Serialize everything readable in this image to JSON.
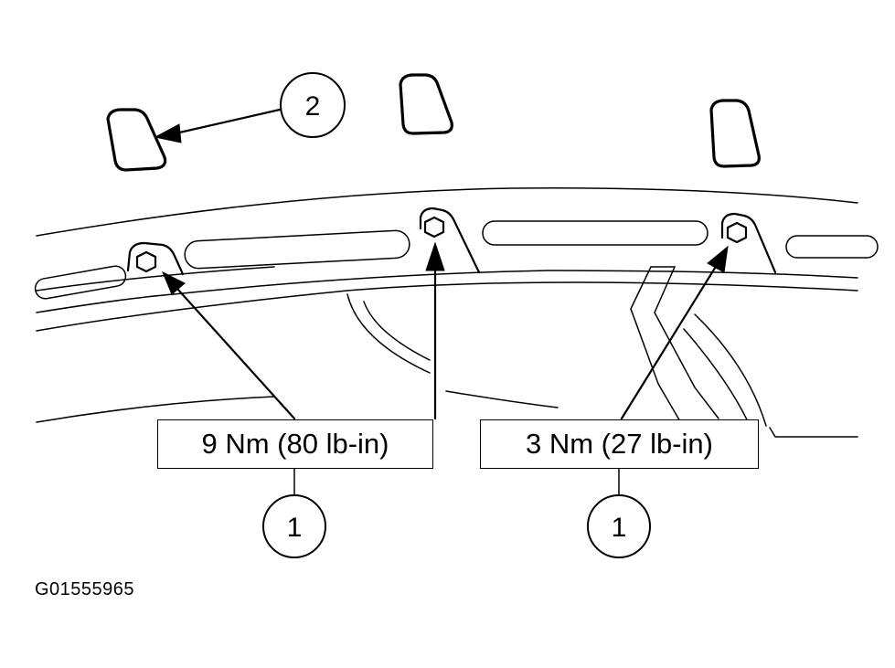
{
  "torque_specs": {
    "left": "9 Nm (80 lb-in)",
    "right": "3 Nm (27 lb-in)"
  },
  "callouts": {
    "bolt_left": "1",
    "bolt_right": "1",
    "clip": "2"
  },
  "figure_id": "G01555965"
}
